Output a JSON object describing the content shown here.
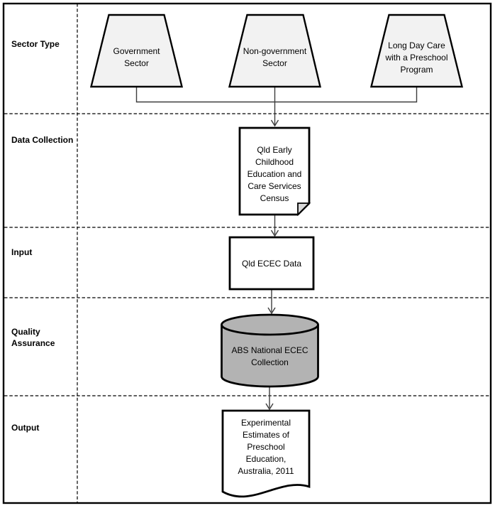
{
  "diagram": {
    "description": "Flowchart of Qld early childhood education data flow across process lanes",
    "lanes": [
      {
        "id": "sector-type",
        "label": "Sector Type"
      },
      {
        "id": "data-collection",
        "label": "Data Collection"
      },
      {
        "id": "input",
        "label": "Input"
      },
      {
        "id": "quality-assurance",
        "label": "Quality\nAssurance"
      },
      {
        "id": "output",
        "label": "Output"
      }
    ],
    "nodes": {
      "government_sector": {
        "shape": "trapezoid",
        "lane": "Sector Type",
        "label": "Government\nSector"
      },
      "non_government_sector": {
        "shape": "trapezoid",
        "lane": "Sector Type",
        "label": "Non-government\nSector"
      },
      "long_day_care": {
        "shape": "trapezoid",
        "lane": "Sector Type",
        "label": "Long Day Care\nwith a Preschool\nProgram"
      },
      "census": {
        "shape": "folded-corner-document",
        "lane": "Data Collection",
        "label": "Qld Early\nChildhood\nEducation and\nCare Services\nCensus"
      },
      "qld_ecec_data": {
        "shape": "rectangle",
        "lane": "Input",
        "label": "Qld ECEC Data"
      },
      "abs_collection": {
        "shape": "cylinder",
        "lane": "Quality Assurance",
        "label": "ABS National ECEC\nCollection"
      },
      "experimental_estimates": {
        "shape": "wavy-document",
        "lane": "Output",
        "label": "Experimental\nEstimates of\nPreschool\nEducation,\nAustralia, 2011"
      }
    },
    "edges": [
      {
        "from": "government_sector",
        "to": "census"
      },
      {
        "from": "non_government_sector",
        "to": "census"
      },
      {
        "from": "long_day_care",
        "to": "census"
      },
      {
        "from": "census",
        "to": "qld_ecec_data"
      },
      {
        "from": "qld_ecec_data",
        "to": "abs_collection"
      },
      {
        "from": "abs_collection",
        "to": "experimental_estimates"
      }
    ],
    "colors": {
      "trapezoid_fill": "#f2f2f2",
      "document_fill": "#ffffff",
      "cylinder_fill": "#b3b3b3",
      "fold_fill": "#d9d9d9",
      "shape_border": "#000000",
      "connector": "#3d3d3d"
    }
  }
}
